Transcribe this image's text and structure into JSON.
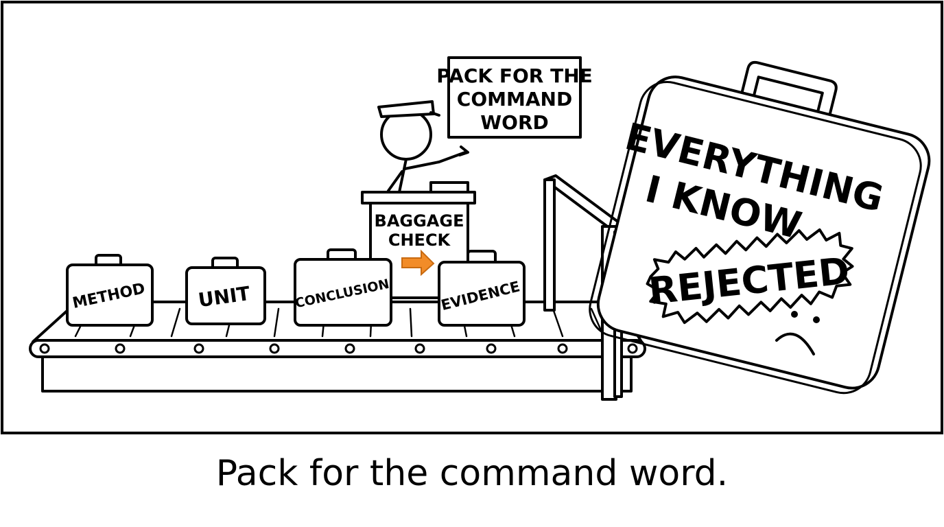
{
  "sign": {
    "line1": "PACK FOR THE",
    "line2": "COMMAND",
    "line3": "WORD"
  },
  "desk": {
    "line1": "BAGGAGE",
    "line2": "CHECK"
  },
  "bags": [
    "METHOD",
    "UNIT",
    "CONCLUSION",
    "EVIDENCE"
  ],
  "big_bag": {
    "line1": "EVERYTHING",
    "line2": "I KNOW",
    "stamp": "REJECTED"
  },
  "caption": "Pack for the command word.",
  "colors": {
    "ink": "#000000",
    "arrow": "#f28c28"
  }
}
